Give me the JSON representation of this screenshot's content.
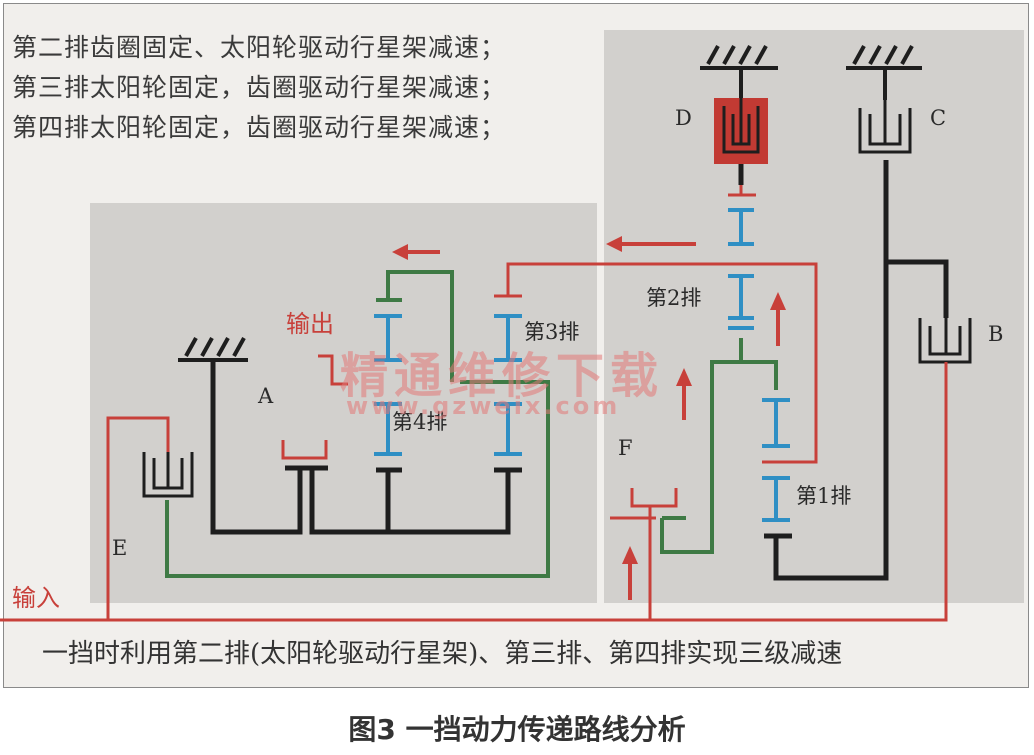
{
  "title_lines": [
    "第二排齿圈固定、太阳轮驱动行星架减速；",
    "第三排太阳轮固定，齿圈驱动行星架减速；",
    "第四排太阳轮固定，齿圈驱动行星架减速；"
  ],
  "labels": {
    "A": "A",
    "B": "B",
    "C": "C",
    "D": "D",
    "E": "E",
    "F": "F",
    "row1": "第1排",
    "row2": "第2排",
    "row3": "第3排",
    "row4": "第4排",
    "output": "输出",
    "input": "输入"
  },
  "bottom_text": "一挡时利用第二排(太阳轮驱动行星架)、第三排、第四排实现三级减速",
  "caption": "图3 一挡动力传递路线分析",
  "watermark": {
    "cn": "精通维修下载",
    "url": "www.gzweix.com"
  },
  "colors": {
    "red": "#c8403a",
    "green": "#3f7a45",
    "blue": "#2f8fc4",
    "black": "#1e1e1e",
    "brake_fill": "#c23a33"
  }
}
